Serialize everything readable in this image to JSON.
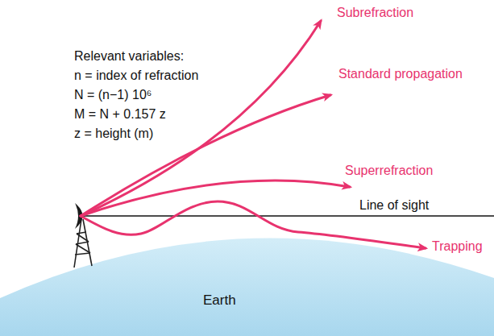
{
  "diagram": {
    "nodes": [
      {
        "text": [
          "Earth"
        ]
      }
    ],
    "labels": [
      "Relevant variables:",
      "n = index of refraction",
      "N = (n−1) 10⁶",
      "M = N + 0.157 z",
      "z = height (m)",
      "Subrefraction",
      "Standard propagation",
      "Superrefraction",
      "Line of sight",
      "Trapping"
    ]
  }
}
